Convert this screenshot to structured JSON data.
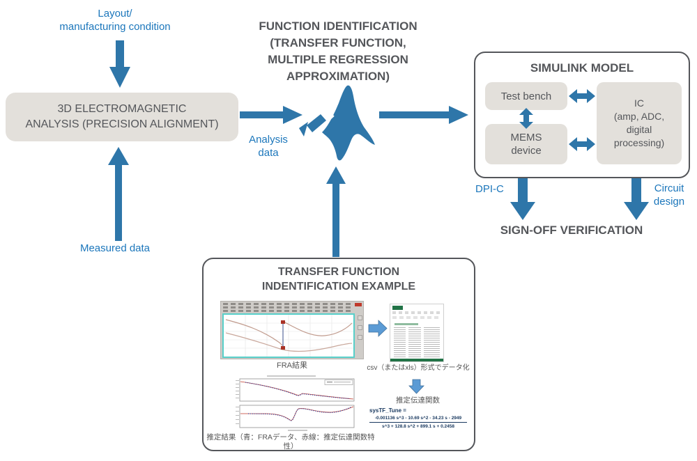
{
  "colors": {
    "arrow_blue": "#2E76A9",
    "label_blue": "#1B76BB",
    "dark_gray_text": "#54565A",
    "box_gray_fill": "#E3E0DB",
    "example_arrow_blue": "#5B9BD5",
    "excel_green": "#217346",
    "formula_navy": "#17375E",
    "fra_border_cyan": "#57CFC9"
  },
  "icons": {
    "matlab_logo": "matlab-membrane-logo",
    "flow_arrows": "solid-blue-block-arrows"
  },
  "left_flow": {
    "layout_label_line1": "Layout/",
    "layout_label_line2": "manufacturing condition",
    "em_box_line1": "3D ELECTROMAGNETIC",
    "em_box_line2": "ANALYSIS (PRECISION ALIGNMENT)",
    "measured_label": "Measured data",
    "analysis_label_line1": "Analysis",
    "analysis_label_line2": "data"
  },
  "center": {
    "title_line1": "FUNCTION IDENTIFICATION",
    "title_line2": "(TRANSFER FUNCTION,",
    "title_line3": "MULTIPLE REGRESSION",
    "title_line4": "APPROXIMATION)"
  },
  "simulink": {
    "title": "SIMULINK MODEL",
    "test_bench": "Test bench",
    "mems_line1": "MEMS",
    "mems_line2": "device",
    "ic_line1": "IC",
    "ic_line2": "(amp, ADC,",
    "ic_line3": "digital",
    "ic_line4": "processing)",
    "dpi_label": "DPI-C",
    "circuit_line1": "Circuit",
    "circuit_line2": "design",
    "signoff": "SIGN-OFF VERIFICATION"
  },
  "example": {
    "title_line1": "TRANSFER FUNCTION",
    "title_line2": "INDENTIFICATION EXAMPLE",
    "fra_caption": "FRA結果",
    "est_caption": "推定結果（青：FRAデータ、赤線：推定伝達関数特性）",
    "csv_caption": "csv（またはxls）形式でデータ化",
    "tf_label": "推定伝達関数",
    "formula_lhs": "sysTF_Tune =",
    "formula_num": "-0.001136 s^3 - 10.69 s^2 - 34.23 s - 2949",
    "formula_den": "s^3 + 128.8 s^2 + 899.1 s + 0.2458"
  }
}
